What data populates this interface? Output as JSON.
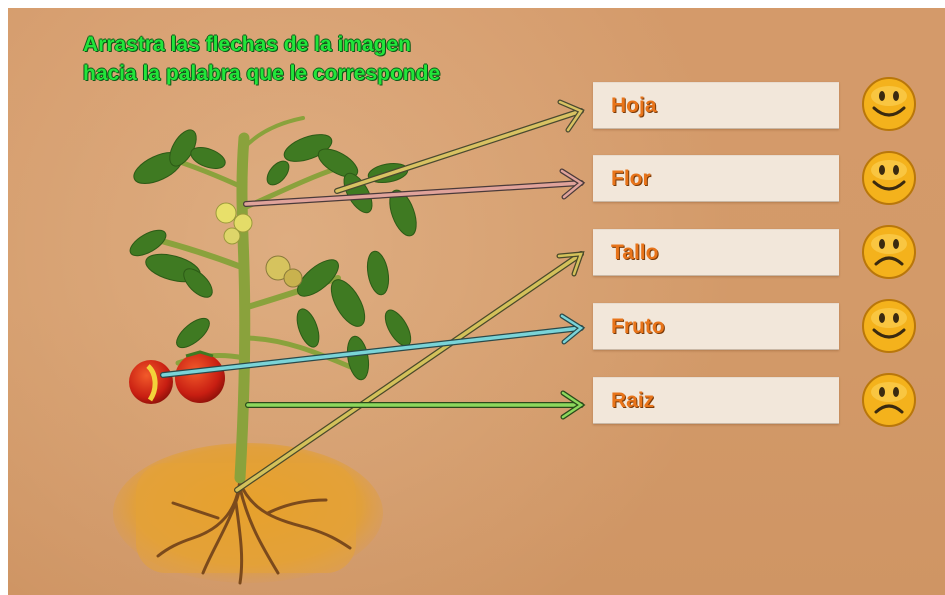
{
  "instructions": {
    "line1": "Arrastra las flechas de la imagen",
    "line2": "hacia la palabra que le corresponde"
  },
  "colors": {
    "instruction_text": "#22e53a",
    "word_text": "#e8741a",
    "word_box": "#f2e7da",
    "background": "#d49a6a",
    "face": "#f4b21c"
  },
  "words": [
    {
      "label": "Hoja",
      "feedback": "smiley-happy-icon",
      "arrow_color": "#d8c262"
    },
    {
      "label": "Flor",
      "feedback": "smiley-happy-icon",
      "arrow_color": "#e0a39b"
    },
    {
      "label": "Tallo",
      "feedback": "smiley-sad-icon",
      "arrow_color": "#d3c15a"
    },
    {
      "label": "Fruto",
      "feedback": "smiley-happy-icon",
      "arrow_color": "#7ad4d8"
    },
    {
      "label": "Raiz",
      "feedback": "smiley-sad-icon",
      "arrow_color": "#8cd85c"
    }
  ]
}
